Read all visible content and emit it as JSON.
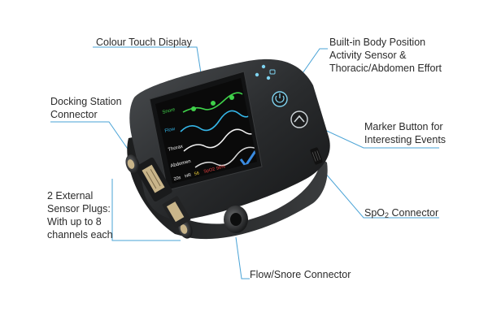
{
  "callouts": {
    "colour_display": "Colour Touch Display",
    "docking_station": [
      "Docking Station",
      "Connector"
    ],
    "external_sensors": [
      "2 External",
      "Sensor Plugs:",
      "With up to 8",
      "channels each"
    ],
    "body_position": [
      "Built-in Body Position",
      "Activity Sensor &",
      "Thoracic/Abdomen Effort"
    ],
    "marker_button": [
      "Marker Button for",
      "Interesting Events"
    ],
    "spo2": {
      "prefix": "SpO",
      "subscript": "2",
      "suffix": " Connector"
    },
    "flow_snore": "Flow/Snore Connector"
  },
  "screen": {
    "channels": [
      "Snore",
      "Flow",
      "Thorax",
      "Abdomen"
    ],
    "status": {
      "time": "20s",
      "hr_label": "HR",
      "hr_value": "56",
      "spo2_label": "SpO2",
      "spo2_value": "98%"
    }
  },
  "colors": {
    "leader_line": "#4aa3d6",
    "device_body": "#2a2c2e",
    "screen_bg": "#0a0a0a",
    "snore_trace": "#3fd14a",
    "flow_trace": "#35b6e8",
    "thorax_trace": "#f2f2f2",
    "abdomen_trace": "#d8d8d8",
    "led": "#7fd3f0",
    "hr_value": "#f2d23a",
    "spo2_text": "#e84040",
    "checkmark": "#3a8be0"
  },
  "icons": [
    "power-button-icon",
    "marker-button-icon",
    "led-indicator-icon",
    "checkmark-icon"
  ]
}
